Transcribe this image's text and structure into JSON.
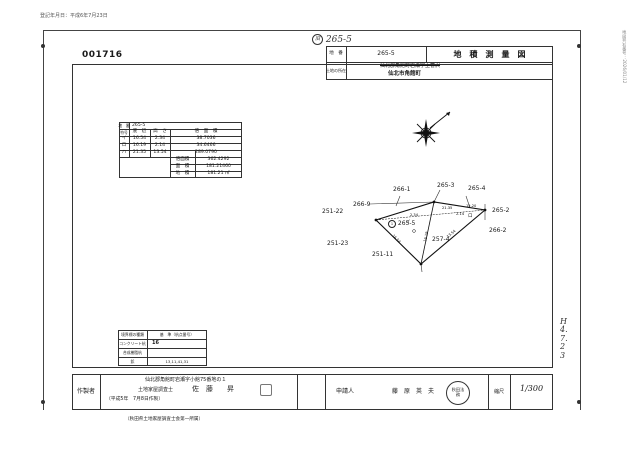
{
  "top_stamp": "登記年月日：平成6年7月23日",
  "side_stamp": "地図共有番号：2026/01/12",
  "doc_number": "001716",
  "handwritten_top": "265-5",
  "header": {
    "number_label": "地　番",
    "number_value": "265-5",
    "title": "地　積　測　量　図",
    "location_label": "土地の所在",
    "location_value": "仙北郡角館町岩瀬字上菅沢",
    "location_new": "仙北市角館町"
  },
  "area_table": {
    "number_label": "地　番",
    "number_value": "265-5",
    "col_headers": [
      "符号",
      "底　辺",
      "高　さ",
      "倍　面　積"
    ],
    "rows": [
      [
        "イ",
        "16.54",
        "2.34",
        "38.7036"
      ],
      [
        "ロ",
        "16.19",
        "2.14",
        "34.6466"
      ],
      [
        "ハ",
        "21.35",
        "13.54",
        "289.0790"
      ]
    ],
    "summary": [
      {
        "label": "倍面積",
        "value": "362.4292"
      },
      {
        "label": "面　積",
        "value": "181.21460"
      },
      {
        "label": "地　積",
        "value": "181.21 ㎡"
      }
    ]
  },
  "parcels": [
    "266-1",
    "265-3",
    "265-4",
    "266-9",
    "251-22",
    "265-5",
    "265-2",
    "266-2",
    "251-23",
    "251-11",
    "257-4"
  ],
  "sides": [
    "16.54",
    "16.19",
    "13.54",
    "21.35",
    "2.34",
    "2.14",
    "15.20"
  ],
  "marker_labels": [
    "イ",
    "ロ"
  ],
  "boundary_table": {
    "rows": [
      {
        "label": "境界標の種類",
        "value": "基　準（杭点番号）"
      },
      {
        "label": "コンクリート杭",
        "value": "16"
      },
      {
        "label": "合成樹脂杭",
        "value": ""
      },
      {
        "label": "鋲",
        "value": "13,11,41,31"
      }
    ]
  },
  "surveyor": {
    "label": "作製者",
    "address": "仙北郡角館町岩瀬字小館75番地の１",
    "title": "土地家屋調査士",
    "name": "佐　藤　　昇",
    "date": "（平成5年　7月8日作製）",
    "association": "（秋田県土地家屋調査士会第一所属）"
  },
  "applicant": {
    "label": "申請人",
    "name": "藤　原　英　夫"
  },
  "seal": "秋田法務",
  "scale_label": "縮尺",
  "scale_value": "1/300",
  "margin_note": "H4.7.23"
}
